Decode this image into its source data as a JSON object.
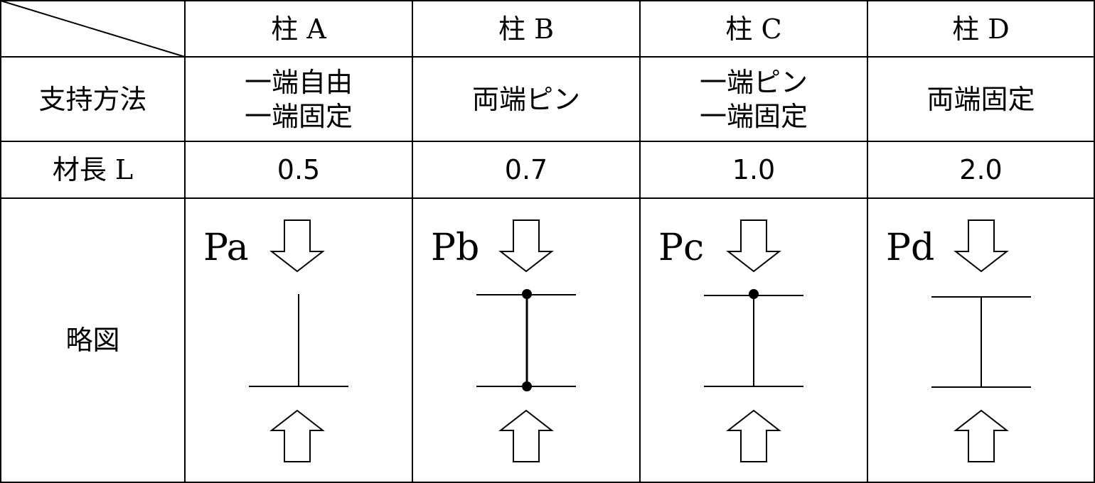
{
  "table": {
    "header": {
      "columns": [
        "柱 A",
        "柱 B",
        "柱 C",
        "柱 D"
      ]
    },
    "rows": {
      "support": {
        "label": "支持方法",
        "values": [
          [
            "一端自由",
            "一端固定"
          ],
          [
            "両端ピン"
          ],
          [
            "一端ピン",
            "一端固定"
          ],
          [
            "両端固定"
          ]
        ]
      },
      "length": {
        "label": "材長 L",
        "values": [
          "0.5",
          "0.7",
          "1.0",
          "2.0"
        ]
      },
      "diagram": {
        "label": "略図",
        "loads": [
          "Pa",
          "Pb",
          "Pc",
          "Pd"
        ]
      }
    }
  }
}
